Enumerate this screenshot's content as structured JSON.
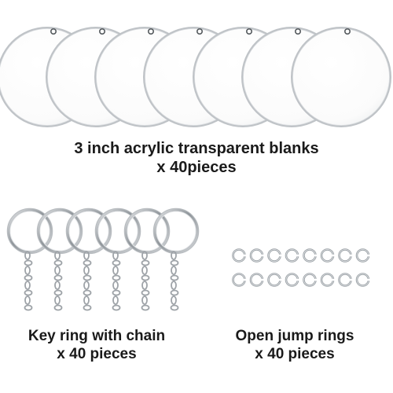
{
  "products": {
    "blanks": {
      "title": "3 inch acrylic transparent blanks",
      "quantity": "x 40pieces",
      "icon": "acrylic-disc-icon"
    },
    "keyring": {
      "title": "Key ring with chain",
      "quantity": "x 40 pieces",
      "icon": "keyring-icon"
    },
    "jump_rings": {
      "title": "Open jump rings",
      "quantity": "x 40 pieces",
      "icon": "jump-ring-icon"
    }
  },
  "colors": {
    "text": "#1a1a1a",
    "metal": "#9ea3a8",
    "acrylic_edge": "#bfc3c7"
  }
}
